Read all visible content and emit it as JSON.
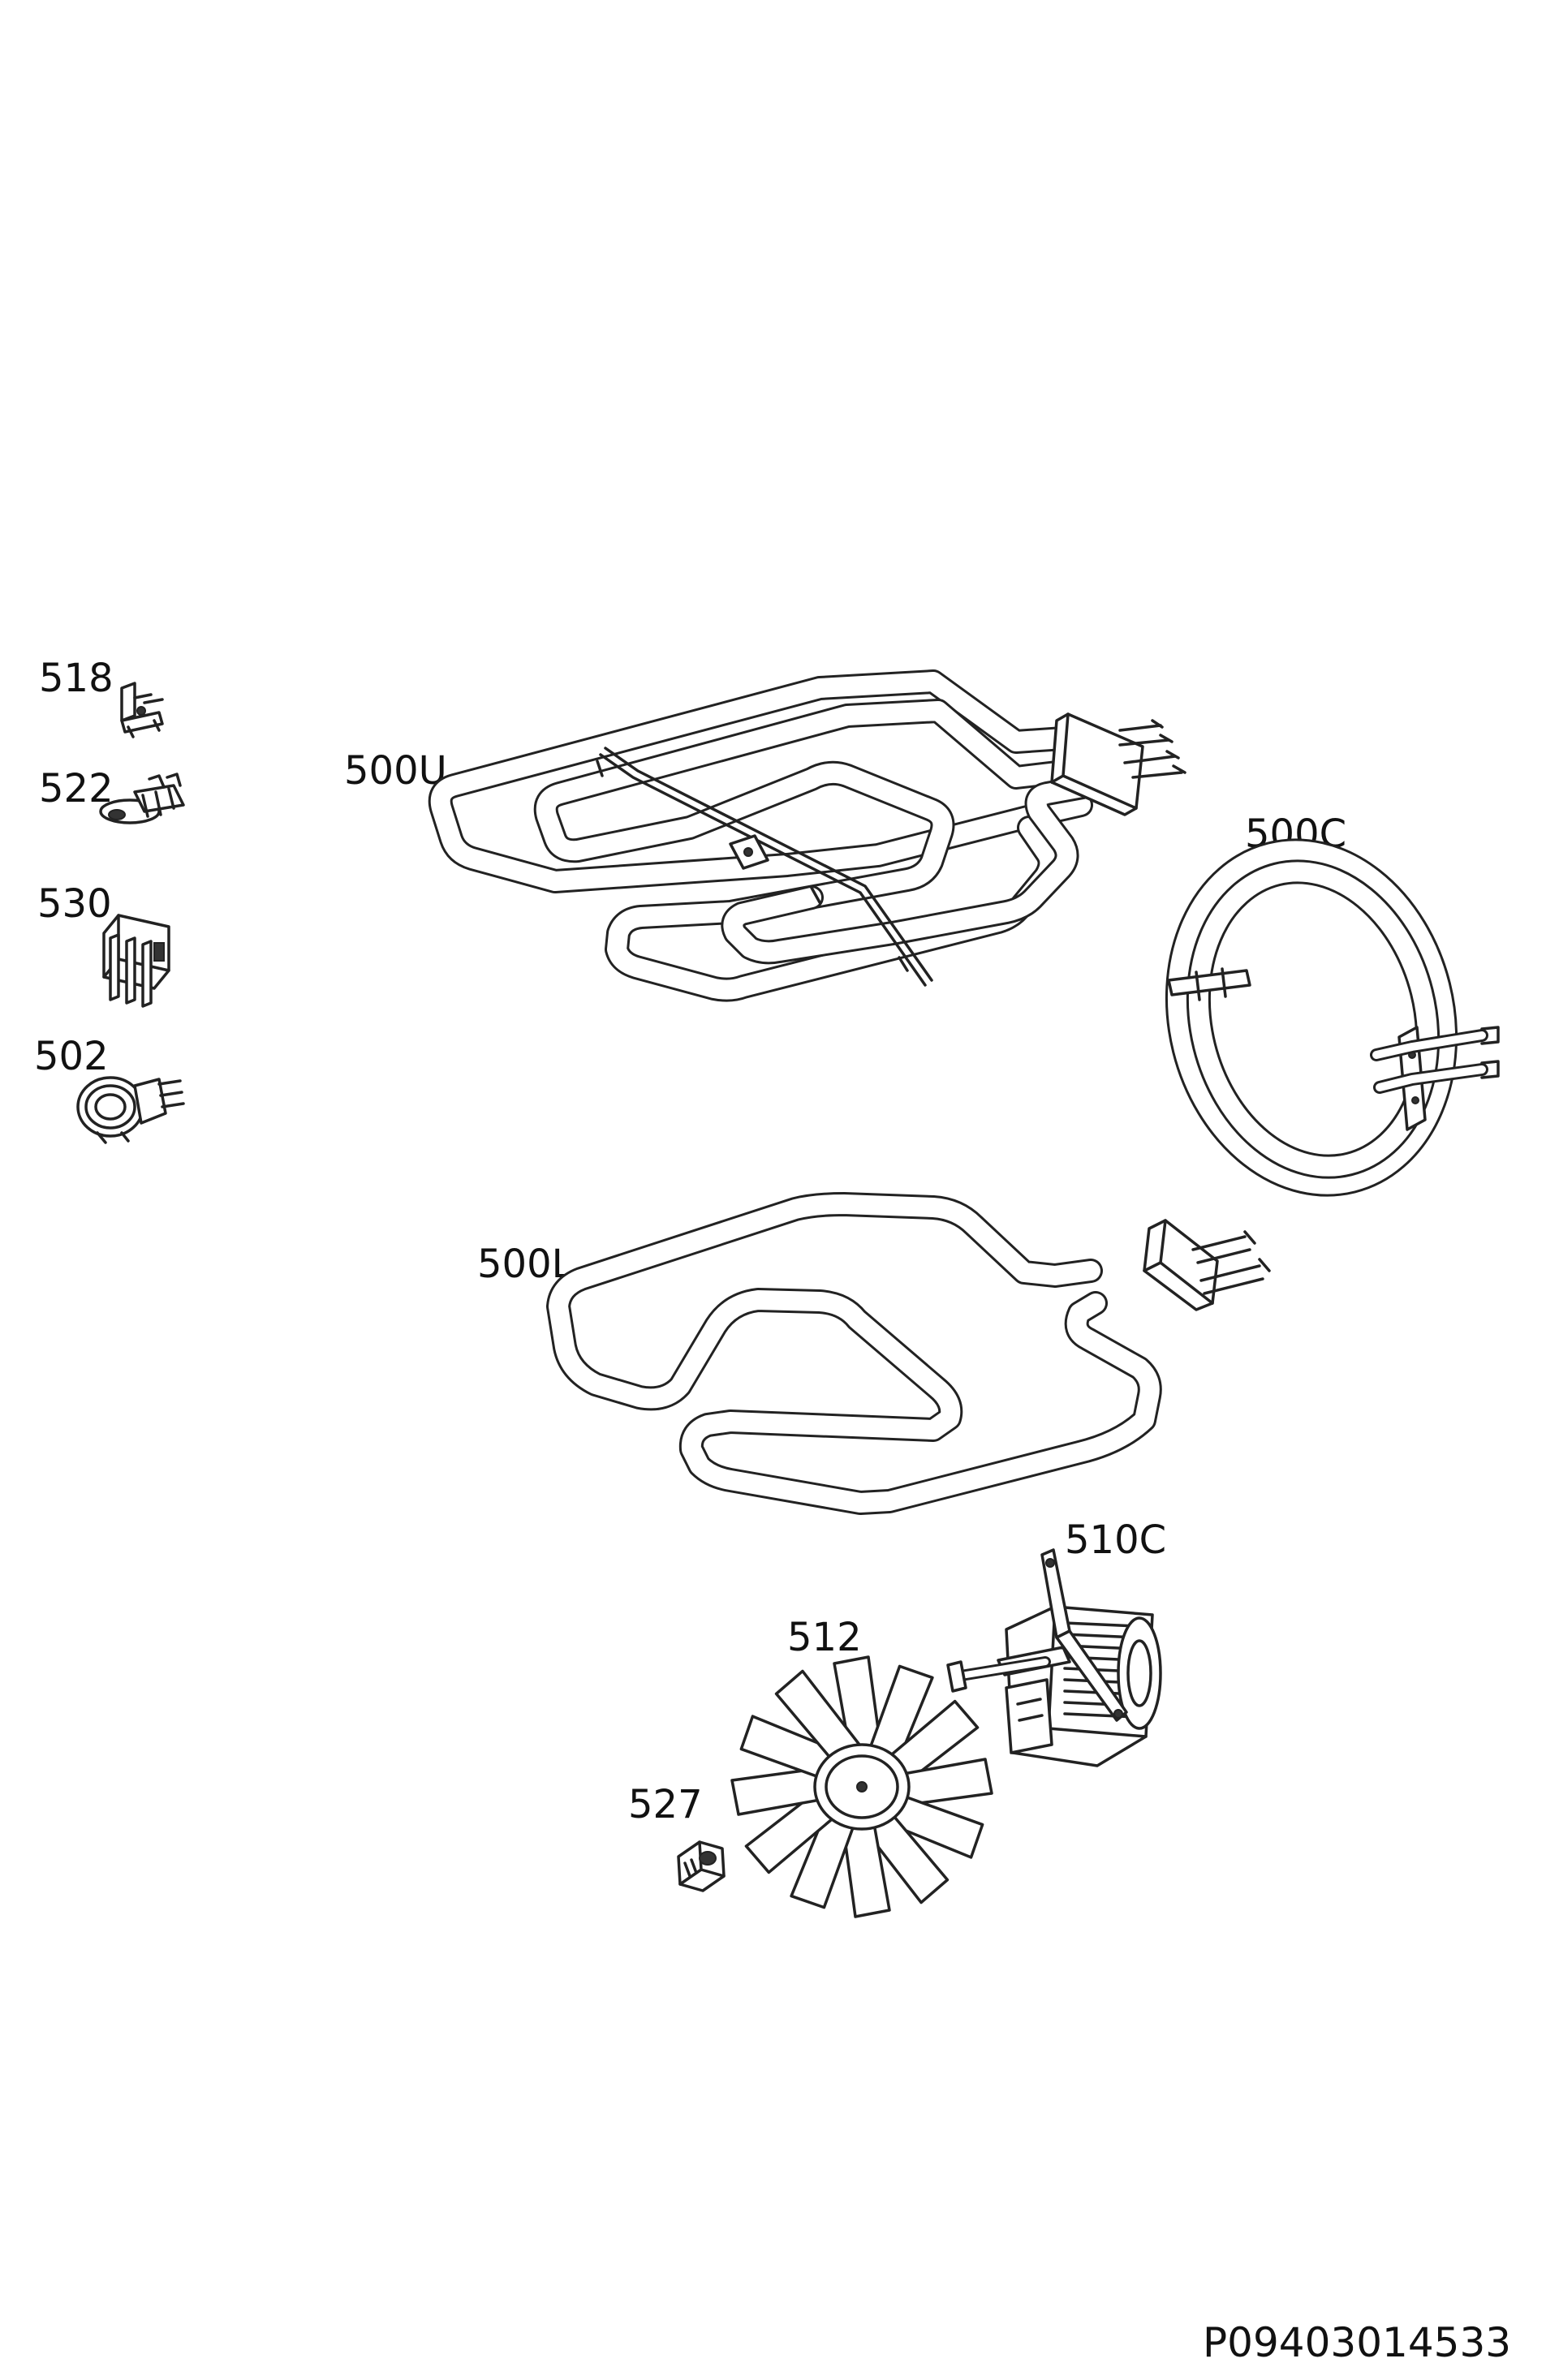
{
  "parts": [
    {
      "id": "518",
      "label": "518",
      "icon": "thermostat-icon"
    },
    {
      "id": "522",
      "label": "522",
      "icon": "safety-thermostat-icon"
    },
    {
      "id": "530",
      "label": "530",
      "icon": "switch-block-icon"
    },
    {
      "id": "502",
      "label": "502",
      "icon": "oven-lamp-icon"
    },
    {
      "id": "500U",
      "label": "500U",
      "icon": "upper-heating-element-icon"
    },
    {
      "id": "500C",
      "label": "500C",
      "icon": "circular-heating-element-icon"
    },
    {
      "id": "500L",
      "label": "500L",
      "icon": "lower-heating-element-icon"
    },
    {
      "id": "510C",
      "label": "510C",
      "icon": "fan-motor-icon"
    },
    {
      "id": "512",
      "label": "512",
      "icon": "fan-blade-icon"
    },
    {
      "id": "527",
      "label": "527",
      "icon": "fan-nut-icon"
    }
  ],
  "drawing_code": "P09403014533"
}
